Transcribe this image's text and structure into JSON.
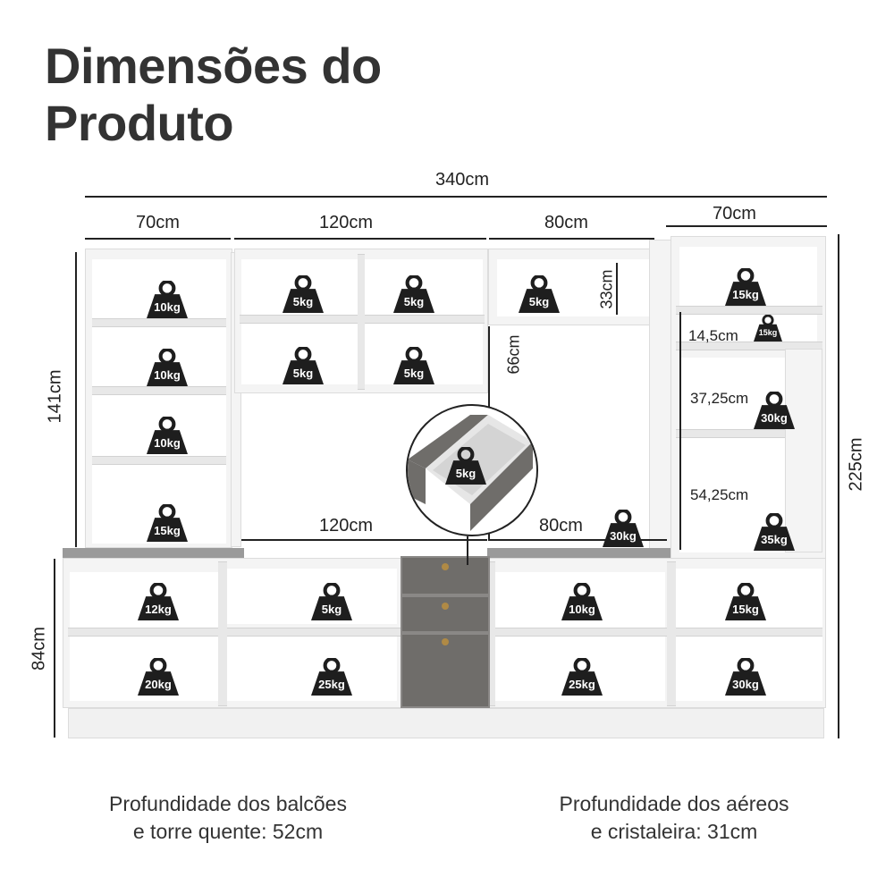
{
  "title": {
    "line1": "Dimensões do",
    "line2": "Produto"
  },
  "dimensions": {
    "total_width": "340cm",
    "top": [
      "70cm",
      "120cm",
      "80cm",
      "70cm"
    ],
    "left_height": "141cm",
    "right_height": "225cm",
    "base_height": "84cm",
    "upper_shelf": "33cm",
    "upper_gap": "66cm",
    "mid_120": "120cm",
    "mid_80": "80cm",
    "right_inner": [
      "14,5cm",
      "37,25cm",
      "54,25cm"
    ]
  },
  "weights": {
    "left_tower": [
      "10kg",
      "10kg",
      "10kg",
      "15kg"
    ],
    "upper_mid": [
      "5kg",
      "5kg",
      "5kg",
      "5kg"
    ],
    "upper_80": "5kg",
    "drawer_detail": "5kg",
    "right_tower": [
      "15kg",
      "15kg",
      "30kg",
      "35kg"
    ],
    "counter_80": "30kg",
    "base_top": [
      "12kg",
      "5kg",
      "10kg",
      "15kg"
    ],
    "base_bottom": [
      "20kg",
      "25kg",
      "25kg",
      "30kg"
    ]
  },
  "footer": {
    "left_line1": "Profundidade dos balcões",
    "left_line2": "e torre quente: 52cm",
    "right_line1": "Profundidade dos aéreos",
    "right_line2": "e cristaleira: 31cm"
  },
  "colors": {
    "cabinet": "#f4f4f4",
    "countertop": "#9a9a9a",
    "drawer": "#6f6d6a",
    "weight_icon": "#1e1e1e"
  }
}
